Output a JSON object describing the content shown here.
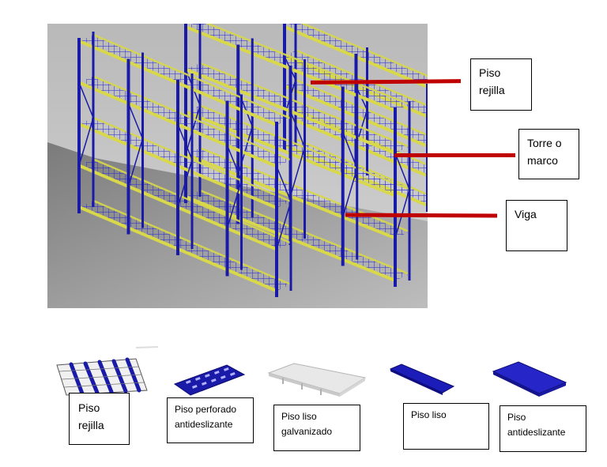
{
  "callouts": [
    {
      "id": "piso-rejilla",
      "lines": [
        "Piso",
        "rejilla"
      ]
    },
    {
      "id": "torre",
      "lines": [
        "Torre o",
        "marco"
      ]
    },
    {
      "id": "viga",
      "lines": [
        "Viga"
      ]
    }
  ],
  "floor_types": [
    {
      "id": "rejilla",
      "lines": [
        "Piso",
        "rejilla"
      ]
    },
    {
      "id": "perforado",
      "lines": [
        "Piso perforado",
        "antideslizante"
      ]
    },
    {
      "id": "galvanizado",
      "lines": [
        "Piso liso",
        "galvanizado"
      ]
    },
    {
      "id": "liso",
      "lines": [
        "Piso liso"
      ]
    },
    {
      "id": "antideslizante",
      "lines": [
        "Piso",
        "antideslizante"
      ]
    }
  ],
  "colors": {
    "frame": "#1a1aa8",
    "beam": "#d8d84a",
    "leader": "#c00000",
    "floor_grey": "#8e8e8e"
  }
}
